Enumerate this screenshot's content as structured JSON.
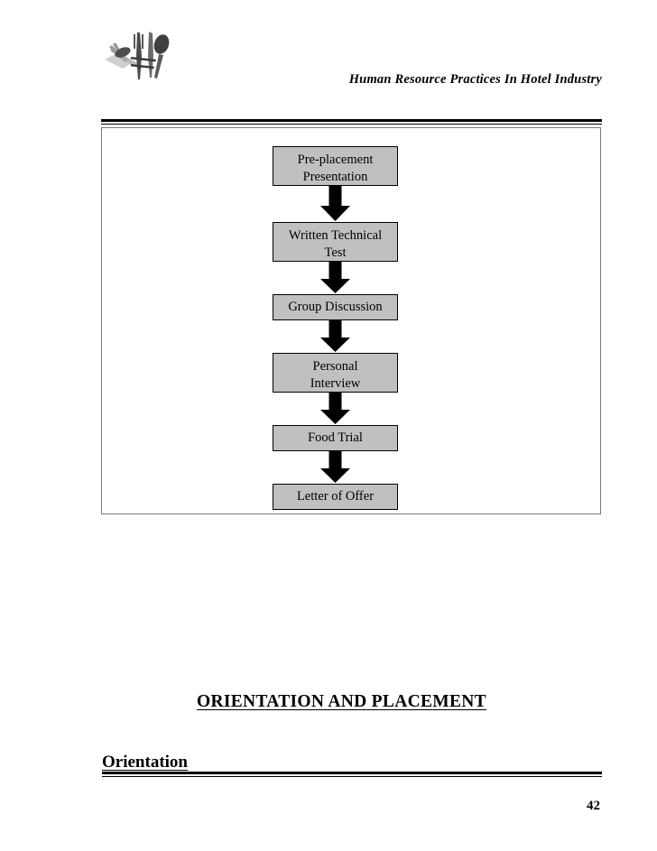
{
  "header": {
    "logo_icon": "cutlery-logo-icon",
    "title": "Human Resource Practices In Hotel Industry",
    "rule_style": "double-rule"
  },
  "chart_data": {
    "type": "flowchart",
    "title": "",
    "orientation": "vertical",
    "box_fill_color": "#c0c0c0",
    "box_border_color": "#000000",
    "arrow_color": "#000000",
    "frame_border_color": "#7a7a7a",
    "nodes": [
      {
        "id": 1,
        "label": "Pre-placement\nPresentation",
        "line1": "Pre-placement",
        "line2": "Presentation",
        "lines": 2
      },
      {
        "id": 2,
        "label": "Written Technical\nTest",
        "line1": "Written Technical",
        "line2": "Test",
        "lines": 2
      },
      {
        "id": 3,
        "label": "Group Discussion",
        "line1": "Group Discussion",
        "line2": "",
        "lines": 1
      },
      {
        "id": 4,
        "label": "Personal\nInterview",
        "line1": "Personal",
        "line2": "Interview",
        "lines": 2
      },
      {
        "id": 5,
        "label": "Food Trial",
        "line1": "Food Trial",
        "line2": "",
        "lines": 1
      },
      {
        "id": 6,
        "label": "Letter of Offer",
        "line1": "Letter of Offer",
        "line2": "",
        "lines": 1
      }
    ],
    "edges": [
      {
        "from": 1,
        "to": 2,
        "marker": "down-arrow"
      },
      {
        "from": 2,
        "to": 3,
        "marker": "down-arrow"
      },
      {
        "from": 3,
        "to": 4,
        "marker": "down-arrow"
      },
      {
        "from": 4,
        "to": 5,
        "marker": "down-arrow"
      },
      {
        "from": 5,
        "to": 6,
        "marker": "down-arrow"
      }
    ]
  },
  "body": {
    "heading_main": "ORIENTATION AND PLACEMENT",
    "heading_sub": "Orientation "
  },
  "footer": {
    "page_number": "42",
    "rule_style": "double-rule"
  }
}
